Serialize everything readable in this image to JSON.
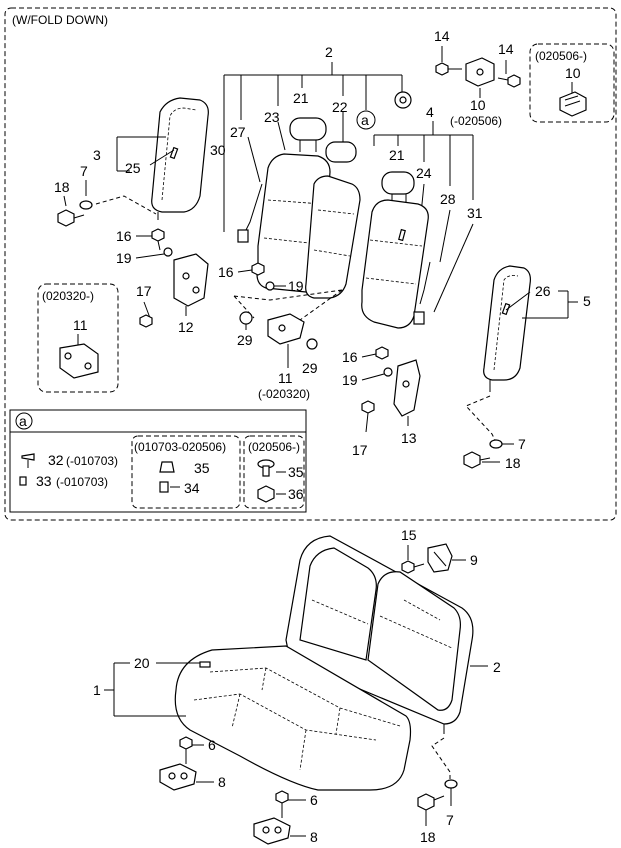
{
  "title": "(W/FOLD DOWN)",
  "callouts": {
    "c2_top": "2",
    "c21_a": "21",
    "c22": "22",
    "c23": "23",
    "c27": "27",
    "c30": "30",
    "c_a_circle": "a",
    "c3": "3",
    "c25": "25",
    "c7_l": "7",
    "c18_l": "18",
    "c16_l": "16",
    "c19_l": "19",
    "c16_m": "16",
    "c19_m": "19",
    "c17_l": "17",
    "c12": "12",
    "c29_a": "29",
    "c29_b": "29",
    "c11_m": "11",
    "c11_m_date": "(-020320)",
    "c4": "4",
    "c21_b": "21",
    "c24": "24",
    "c28": "28",
    "c31": "31",
    "c26": "26",
    "c5": "5",
    "c16_r": "16",
    "c19_r": "19",
    "c17_r": "17",
    "c13": "13",
    "c7_r": "7",
    "c18_r": "18",
    "c14_a": "14",
    "c14_b": "14",
    "c10_a": "10",
    "c10_a_date": "(-020506)",
    "c10_b": "10",
    "c15": "15",
    "c9": "9",
    "c20": "20",
    "c1": "1",
    "c2_bottom": "2",
    "c6_a": "6",
    "c8_a": "8",
    "c6_b": "6",
    "c8_b": "8",
    "c18_b": "18",
    "c7_b": "7"
  },
  "inset_boxes": {
    "box_020506": "(020506-)",
    "box_020320": "(020320-)",
    "c11_inset": "11"
  },
  "legend_a": {
    "circle": "a",
    "items": [
      {
        "num": "32",
        "date": "(-010703)"
      },
      {
        "num": "33",
        "date": "(-010703)"
      }
    ],
    "group_mid": {
      "title": "(010703-020506)",
      "items": [
        {
          "num": "35"
        },
        {
          "num": "34"
        }
      ]
    },
    "group_right": {
      "title": "(020506-)",
      "items": [
        {
          "num": "35"
        },
        {
          "num": "36"
        }
      ]
    }
  }
}
